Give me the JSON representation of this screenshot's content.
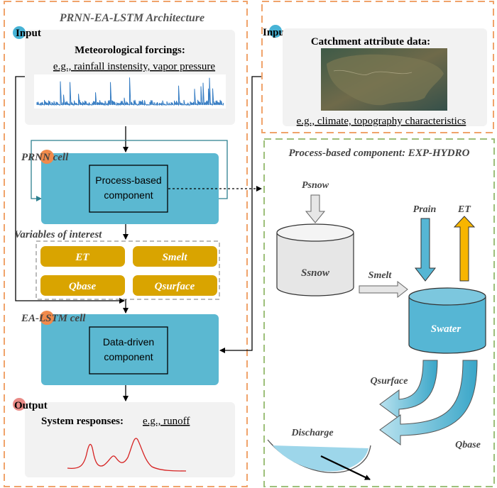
{
  "architecture": {
    "title": "PRNN-EA-LSTM Architecture",
    "input_label": "Input",
    "met_title": "Meteorological forcings:",
    "met_example": "e.g., rainfall instensity, vapor pressure",
    "prnn_label": "PRNN cell",
    "process_component": [
      "Process-based",
      "component"
    ],
    "variables_title": "Variables of interest",
    "variables": [
      "ET",
      "Smelt",
      "Qbase",
      "Qsurface"
    ],
    "ealstm_label": "EA-LSTM cell",
    "data_component": [
      "Data-driven",
      "component"
    ],
    "output_label": "Output",
    "responses_title": "System responses:",
    "responses_example": "e.g., runoff"
  },
  "catchment": {
    "input_label": "Input",
    "title": "Catchment attribute data:",
    "example": "e.g., climate, topography characteristics"
  },
  "exphydro": {
    "title": "Process-based component: EXP-HYDRO",
    "psnow": "Psnow",
    "ssnow": "Ssnow",
    "smelt": "Smelt",
    "prain": "Prain",
    "et": "ET",
    "swater": "Swater",
    "qsurface": "Qsurface",
    "qbase": "Qbase",
    "discharge": "Discharge"
  },
  "colors": {
    "orange_dash": "#f0a36b",
    "green_dash": "#9dbf7a",
    "cell_blue": "#5bb8d1",
    "variable_gold": "#d9a400",
    "input_dot": "#47b3d6",
    "cell_dot": "#f08a4b",
    "output_dot": "#e98a86",
    "et_arrow": "#f7b500",
    "bucket_blue": "#56b6d4",
    "snow_gray": "#e6e6e6"
  }
}
